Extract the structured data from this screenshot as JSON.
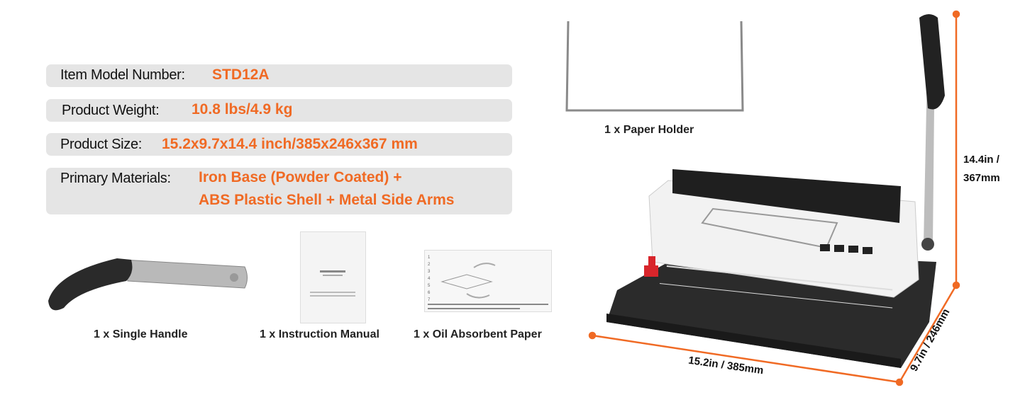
{
  "specs": {
    "model": {
      "label": "Item Model Number:",
      "value": "STD12A"
    },
    "weight": {
      "label": "Product Weight:",
      "value": "10.8 lbs/4.9 kg"
    },
    "size": {
      "label": "Product Size:",
      "value": "15.2x9.7x14.4 inch/385x246x367 mm"
    },
    "materials": {
      "label": "Primary Materials:",
      "value_line1": "Iron Base (Powder Coated) +",
      "value_line2": "ABS Plastic Shell + Metal Side Arms"
    }
  },
  "accessories": [
    {
      "caption": "1 x Single Handle"
    },
    {
      "caption": "1 x Instruction Manual"
    },
    {
      "caption": "1 x Oil Absorbent Paper"
    },
    {
      "caption": "1 x Paper Holder"
    }
  ],
  "dimensions": {
    "height_line1": "14.4in /",
    "height_line2": "367mm",
    "width": "15.2in / 385mm",
    "depth": "9.7in / 246mm"
  },
  "colors": {
    "accent": "#f06a24",
    "row_bg": "#e5e5e5",
    "machine_body": "#2b2b2b",
    "machine_shell": "#f2f2f2",
    "knob": "#d8252b"
  }
}
